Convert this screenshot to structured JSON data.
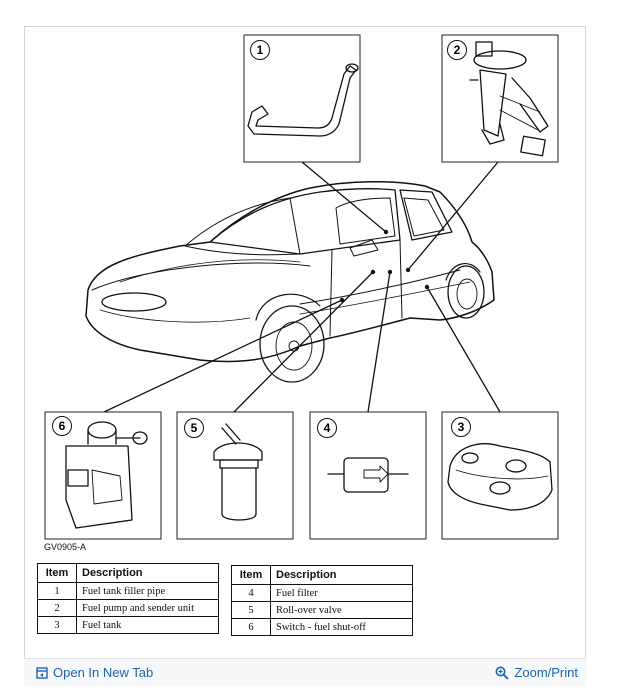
{
  "figure": {
    "code": "GV0905-A",
    "callouts": [
      "1",
      "2",
      "3",
      "4",
      "5",
      "6"
    ]
  },
  "legend_left": {
    "headers": [
      "Item",
      "Description"
    ],
    "rows": [
      {
        "item": "1",
        "description": "Fuel tank filler pipe"
      },
      {
        "item": "2",
        "description": "Fuel pump and sender unit"
      },
      {
        "item": "3",
        "description": "Fuel tank"
      }
    ]
  },
  "legend_right": {
    "headers": [
      "Item",
      "Description"
    ],
    "rows": [
      {
        "item": "4",
        "description": "Fuel filter"
      },
      {
        "item": "5",
        "description": "Roll-over valve"
      },
      {
        "item": "6",
        "description": "Switch - fuel shut-off"
      }
    ]
  },
  "footer": {
    "open_label": "Open In New Tab",
    "zoom_label": "Zoom/Print",
    "link_color": "#1a63b5"
  }
}
